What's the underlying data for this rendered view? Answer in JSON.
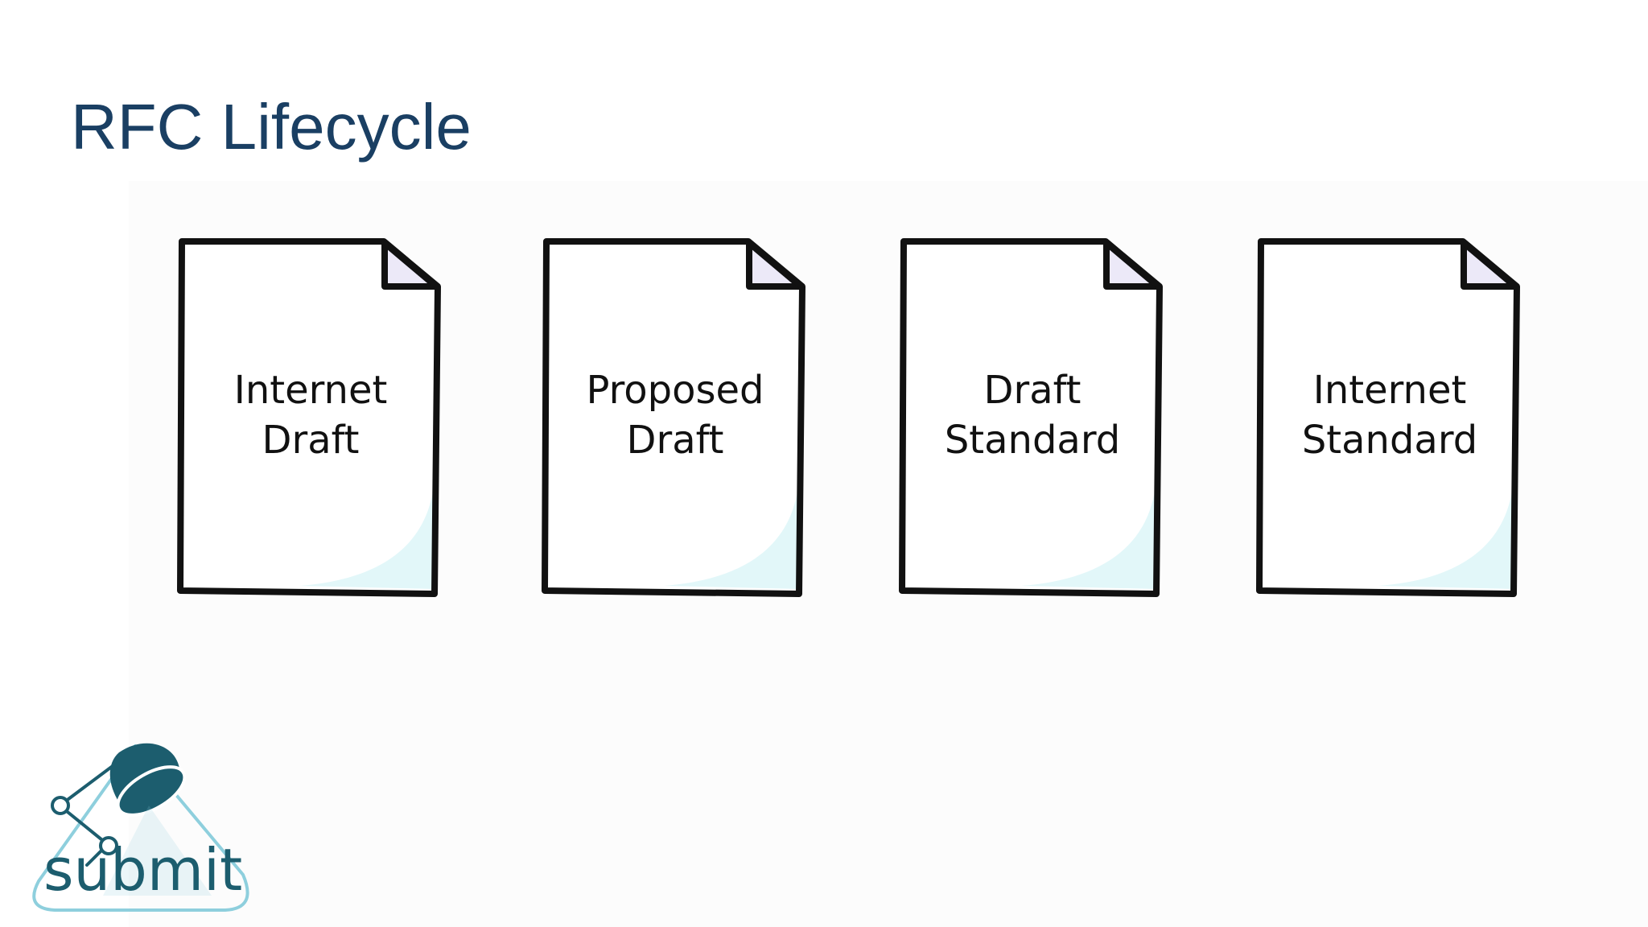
{
  "slide": {
    "title": "RFC Lifecycle"
  },
  "documents": [
    {
      "line1": "Internet",
      "line2": "Draft"
    },
    {
      "line1": "Proposed",
      "line2": "Draft"
    },
    {
      "line1": "Draft",
      "line2": "Standard"
    },
    {
      "line1": "Internet",
      "line2": "Standard"
    }
  ],
  "logo": {
    "text": "submit",
    "icon": "lamp-icon"
  },
  "colors": {
    "title": "#1a3f63",
    "logo_primary": "#1c5d6e",
    "logo_outline": "#8ecfdd",
    "page_fold": "#ece9f8",
    "page_shade": "#e2f7f9"
  }
}
